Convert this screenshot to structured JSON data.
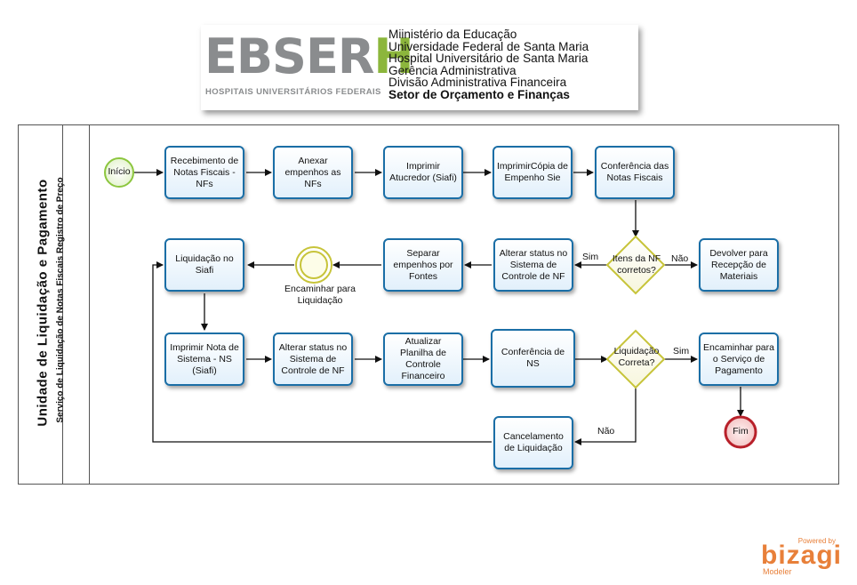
{
  "header": {
    "logo_text": "EBSERH",
    "logo_subtitle": "HOSPITAIS UNIVERSITÁRIOS FEDERAIS",
    "lines": [
      "Miinistério da Educação",
      "Universidade Federal de Santa Maria",
      "Hospital Universitário de Santa Maria",
      "Gerência Administrativa",
      "Divisão Administrativa Financeira"
    ],
    "sector": "Setor de Orçamento e Finanças"
  },
  "pool": {
    "title": "Unidade de Liquidação e Pagamento",
    "lane": "Serviço de Liquidação de Notas Fiscais Registro de Preço"
  },
  "events": {
    "start": "Início",
    "end": "Fim",
    "intermediate": "Encaminhar para Liquidação"
  },
  "tasks": {
    "receb": "Recebimento de Notas Fiscais - NFs",
    "anexar": "Anexar empenhos as NFs",
    "imprimir_atu": "Imprimir Atucredor (Siafi)",
    "imprimir_copia": "ImprimirCópia de Empenho Sie",
    "conferencia_notas": "Conferência das Notas Fiscais",
    "devolver": "Devolver para Recepção de Materiais",
    "alterar1": "Alterar status no Sistema de Controle de NF",
    "separar": "Separar empenhos por Fontes",
    "liquidacao_siafi": "Liquidação no Siafi",
    "imprimir_ns": "Imprimir Nota de Sistema - NS (Siafi)",
    "alterar2": "Alterar status no Sistema de Controle de NF",
    "atualizar": "Atualizar Planilha de Controle Financeiro",
    "conferencia_ns": "Conferência de NS",
    "encaminhar_pag": "Encaminhar para o Serviço de Pagamento",
    "cancelamento": "Cancelamento de Liquidação"
  },
  "gateways": {
    "itens": "Itens da NF corretos?",
    "liquidacao": "Liquidação Correta?"
  },
  "flow_labels": {
    "yes": "Sim",
    "no": "Não"
  },
  "branding": {
    "powered": "Powered by",
    "name": "bizagi",
    "product": "Modeler"
  },
  "colors": {
    "task_border": "#1a6ea6",
    "gateway": "#c7c43a",
    "start": "#8cc63e",
    "end": "#b8202a",
    "logo_green": "#8cb63c"
  }
}
